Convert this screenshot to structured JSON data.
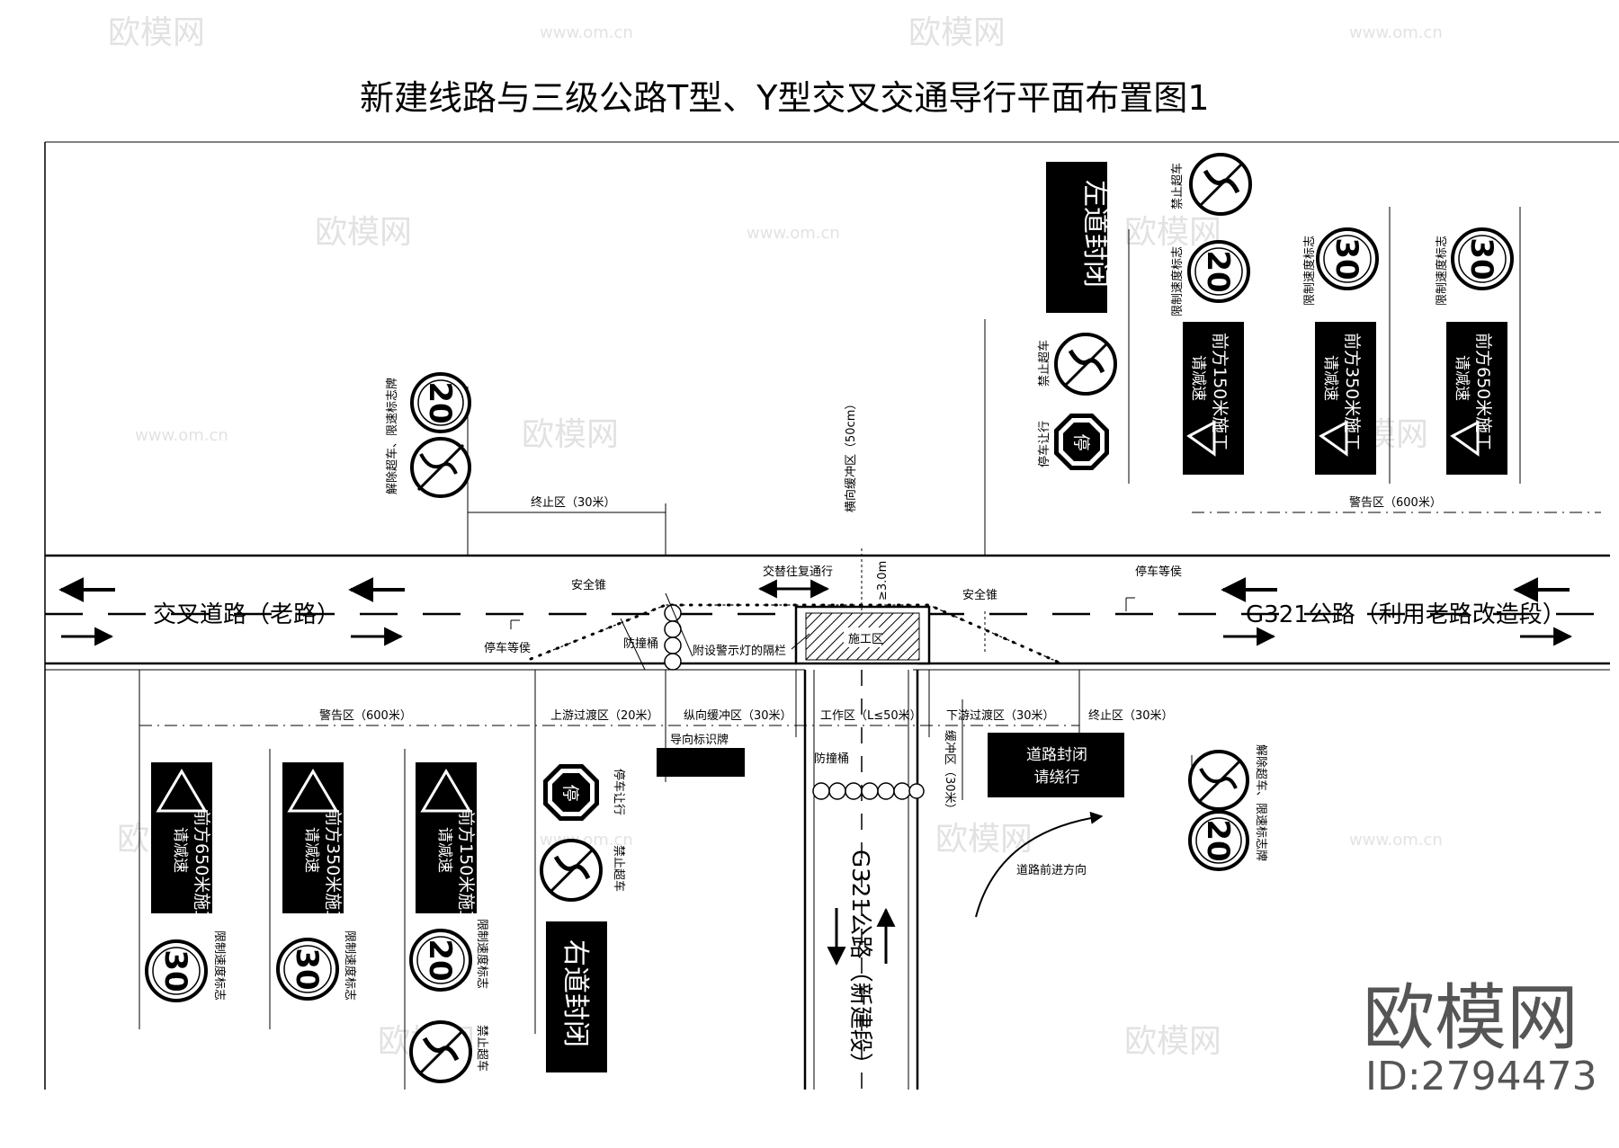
{
  "title": "新建线路与三级公路T型、Y型交叉交通导行平面布置图1",
  "roads": {
    "old_road": "交叉道路（老路）",
    "g321_old": "G321公路（利用老路改造段）",
    "g321_new": "G321公路（新建段）"
  },
  "zones": {
    "top_end": "终止区（30米）",
    "top_warn": "警告区（600米）",
    "bottom_warn": "警告区（600米）",
    "upstream": "上游过渡区（20米）",
    "long_buffer": "纵向缓冲区（30米）",
    "work": "工作区（L≤50米）",
    "downstream": "下游过渡区（30米）",
    "bottom_end": "终止区（30米）",
    "vert_buffer": "横向缓冲区（50cm）",
    "width": "≥3.0m",
    "buffer_30": "缓冲区（30米）"
  },
  "labels": {
    "cone_left": "安全锥",
    "cone_right": "安全锥",
    "stop_wait_left": "停车等侯",
    "stop_wait_right": "停车等侯",
    "alternate": "交替往复通行",
    "barrel": "防撞桶",
    "barrel_bottom": "防撞桶",
    "railing": "附设警示灯的隔栏",
    "work_zone": "施工区",
    "guide_sign": "导向标识牌",
    "direction": "道路前进方向",
    "stop_yield": "停车让行",
    "no_pass": "禁止超车",
    "speed_limit": "限制速度标志",
    "lift_limit": "解除超车、限速标志牌"
  },
  "signs": {
    "stop_char": "停",
    "left_closed": "左道封闭",
    "right_closed": "右道封闭",
    "road_closed_1": "道路封闭",
    "road_closed_2": "请绕行",
    "ahead_150": "前方150米施工",
    "ahead_350": "前方350米施工",
    "ahead_650": "前方650米施工",
    "slow_down": "请减速",
    "n20": "20",
    "n30": "30"
  },
  "watermark": {
    "brand": "欧模网",
    "url": "www.om.cn",
    "id": "ID:2794473"
  }
}
